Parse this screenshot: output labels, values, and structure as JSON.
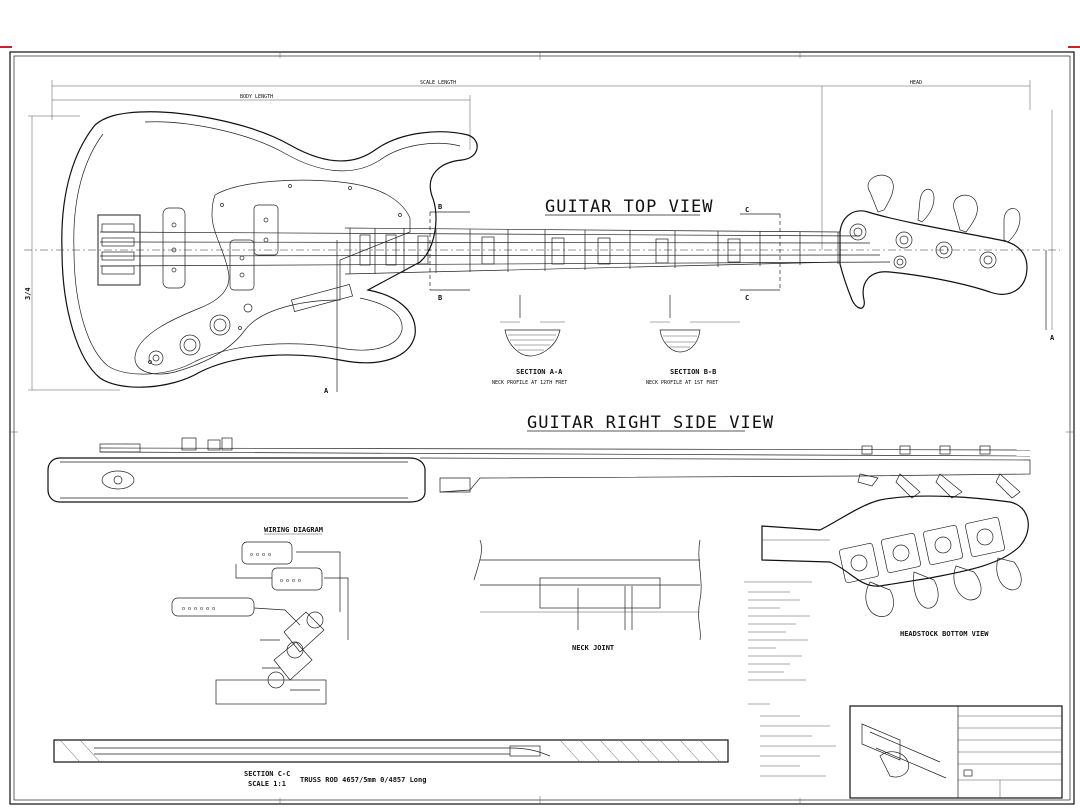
{
  "drawing": {
    "top_view_title": "GUITAR TOP VIEW",
    "side_view_title": "GUITAR RIGHT SIDE VIEW",
    "section_b_label": "B",
    "section_c_label": "C",
    "section_a_label": "A",
    "dim_side": "3/4",
    "section_aa_title": "SECTION A-A",
    "section_aa_note": "NECK PROFILE AT 12TH FRET",
    "section_bb_title": "SECTION B-B",
    "section_bb_note": "NECK PROFILE AT 1ST FRET",
    "wiring_title": "WIRING DIAGRAM",
    "neck_joint_label": "NECK JOINT",
    "headstock_label": "HEADSTOCK BOTTOM VIEW",
    "section_cc_title": "SECTION C-C",
    "section_cc_scale": "SCALE 1:1",
    "truss_rod_note": "TRUSS ROD 4657/5mm 0/4857 Long"
  },
  "colors": {
    "line": "#111111",
    "background": "#ffffff",
    "border_accent": "#cc2222"
  }
}
